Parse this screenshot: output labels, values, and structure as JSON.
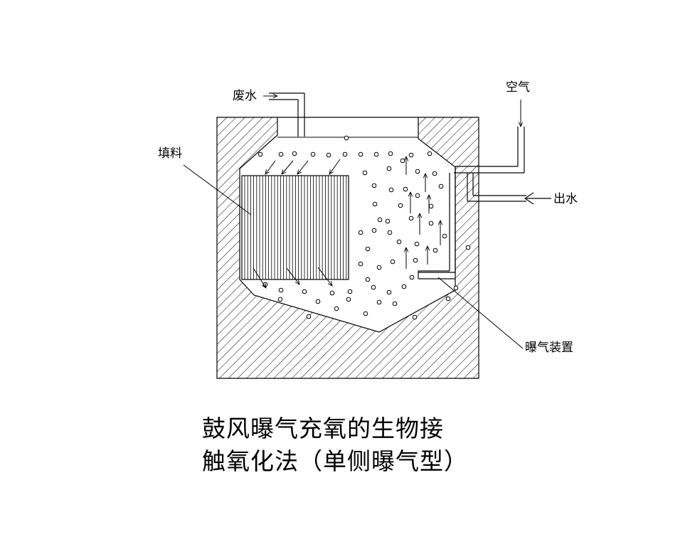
{
  "labels": {
    "wastewater": "废水",
    "air": "空气",
    "packing": "填料",
    "outlet": "出水",
    "aeration_device": "曝气装置"
  },
  "caption": {
    "line1": "鼓风曝气充氧的生物接",
    "line2": "触氧化法（单侧曝气型）"
  }
}
